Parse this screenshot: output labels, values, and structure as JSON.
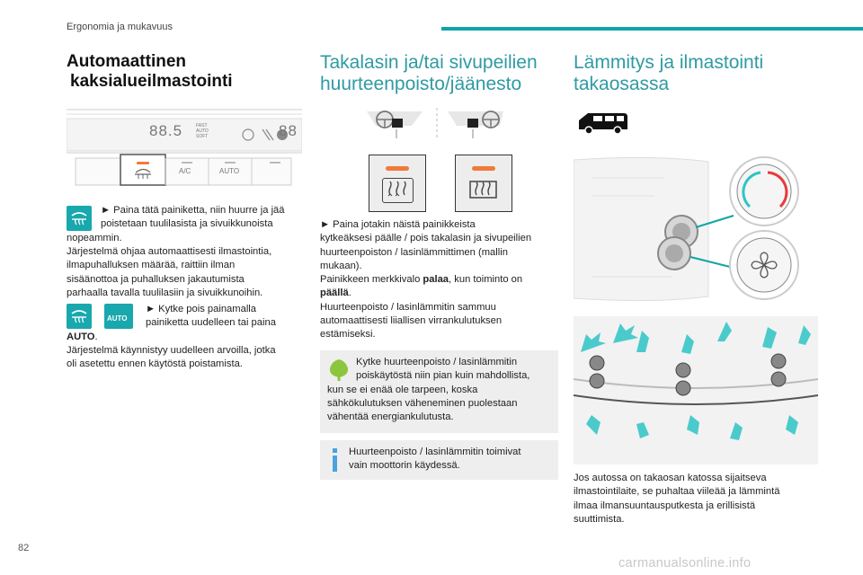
{
  "header": {
    "section": "Ergonomia ja mukavuus"
  },
  "page_number": "82",
  "watermark": "carmanualsonline.info",
  "col1": {
    "title_line1": "Automaattinen",
    "title_line2": "kaksialueilmastointi",
    "panel": {
      "display_left": "88.5",
      "fast": "FAST",
      "auto": "AUTO",
      "soft": "SOFT",
      "display_right": "88",
      "ac_label": "A/C",
      "auto_label": "AUTO"
    },
    "para1_line1": "► Paina tätä painiketta, niin huurre ja jää",
    "para1_line2": "poistetaan tuulilasista ja sivuikkunoista",
    "para1_line3": "nopeammin.",
    "para2_line1": "Järjestelmä ohjaa automaattisesti ilmastointia,",
    "para2_line2": "ilmapuhalluksen määrää, raittiin ilman",
    "para2_line3": "sisäänottoa ja puhalluksen jakautumista",
    "para2_line4": "parhaalla tavalla tuulilasiin ja sivuikkunoihin.",
    "auto_icon": "AUTO",
    "para3_line1": "► Kytke pois painamalla",
    "para3_line2": "painiketta uudelleen tai paina",
    "para3_line3": "AUTO",
    "para3_line3_end": ".",
    "para4_line1": "Järjestelmä käynnistyy uudelleen arvoilla, jotka",
    "para4_line2": "oli asetettu ennen käytöstä poistamista."
  },
  "col2": {
    "title_line1": "Takalasin ja/tai sivupeilien",
    "title_line2": "huurteenpoisto/jäänesto",
    "para1_line1": "► Paina jotakin näistä painikkeista",
    "para1_line2": "kytkeäksesi päälle / pois takalasin ja sivupeilien",
    "para1_line3": "huurteenpoiston / lasinlämmittimen (mallin",
    "para1_line4": "mukaan).",
    "para2_line1_a": "Painikkeen merkkivalo ",
    "para2_line1_b": "palaa",
    "para2_line1_c": ", kun toiminto on",
    "para2_line2_b": "päällä",
    "para2_line2_c": ".",
    "para3_line1": "Huurteenpoisto / lasinlämmitin sammuu",
    "para3_line2": "automaattisesti liiallisen virrankulutuksen",
    "para3_line3": "estämiseksi.",
    "tip1_line1": "Kytke huurteenpoisto / lasinlämmitin",
    "tip1_line2": "poiskäytöstä niin pian kuin mahdollista,",
    "tip1_line3": "kun se ei enää ole tarpeen, koska",
    "tip1_line4": "sähkökulutuksen väheneminen puolestaan",
    "tip1_line5": "vähentää energiankulutusta.",
    "tip2_line1": "Huurteenpoisto / lasinlämmitin toimivat",
    "tip2_line2": "vain moottorin käydessä."
  },
  "col3": {
    "title_line1": "Lämmitys ja ilmastointi",
    "title_line2": "takaosassa",
    "para1_line1": "Jos autossa on takaosan katossa sijaitseva",
    "para1_line2": "ilmastointilaite, se puhaltaa viileää ja lämmintä",
    "para1_line3": "ilmaa ilmansuuntausputkesta ja erillisistä",
    "para1_line4": "suuttimista."
  },
  "colors": {
    "accent": "#0ea5a6",
    "tip_bg": "#eeeeee",
    "leaf": "#8cc63f",
    "info": "#4aa3df",
    "led": "#f07a3a"
  }
}
